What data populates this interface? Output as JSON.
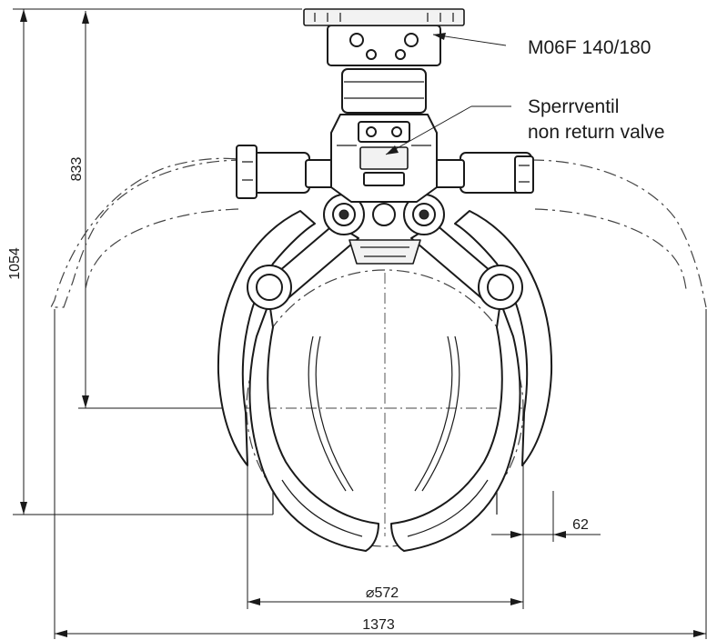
{
  "labels": {
    "model": "M06F 140/180",
    "valve_de": "Sperrventil",
    "valve_en": "non return valve"
  },
  "dimensions": {
    "total_height": "1054",
    "pivot_height": "833",
    "diameter": "⌀572",
    "tine_offset": "62",
    "open_width": "1373"
  }
}
